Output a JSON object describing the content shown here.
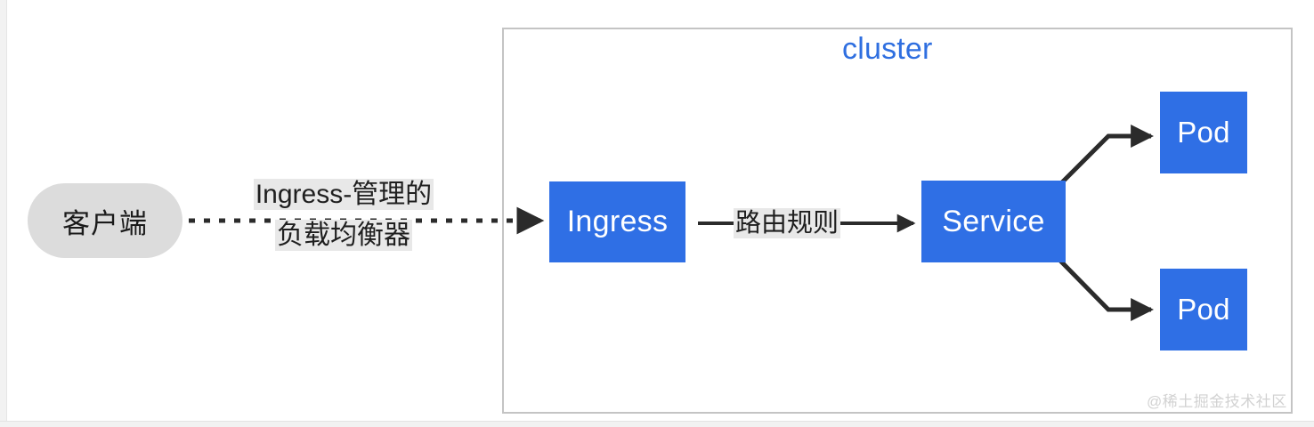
{
  "diagram": {
    "title_label": "cluster",
    "accent_blue": "#2f6fe5",
    "cluster_label_color": "#2f6fe0",
    "pill_gray": "#dcdcdc",
    "highlight_gray": "#e8e8e8",
    "border_gray": "#c4c4c4"
  },
  "nodes": {
    "client": {
      "label": "客户端",
      "shape": "pill"
    },
    "ingress": {
      "label": "Ingress",
      "shape": "rect"
    },
    "service": {
      "label": "Service",
      "shape": "rect"
    },
    "pod_top": {
      "label": "Pod",
      "shape": "rect"
    },
    "pod_bottom": {
      "label": "Pod",
      "shape": "rect"
    }
  },
  "edges": {
    "client_to_ingress": {
      "label_line1": "Ingress-管理的",
      "label_line2": "负载均衡器",
      "style": "dotted",
      "arrow": true
    },
    "ingress_to_service": {
      "label": "路由规则",
      "style": "solid",
      "arrow": true
    },
    "service_to_pod_top": {
      "label": "",
      "style": "solid",
      "arrow": true
    },
    "service_to_pod_bottom": {
      "label": "",
      "style": "solid",
      "arrow": true
    }
  },
  "watermark": {
    "text": "@稀土掘金技术社区"
  }
}
